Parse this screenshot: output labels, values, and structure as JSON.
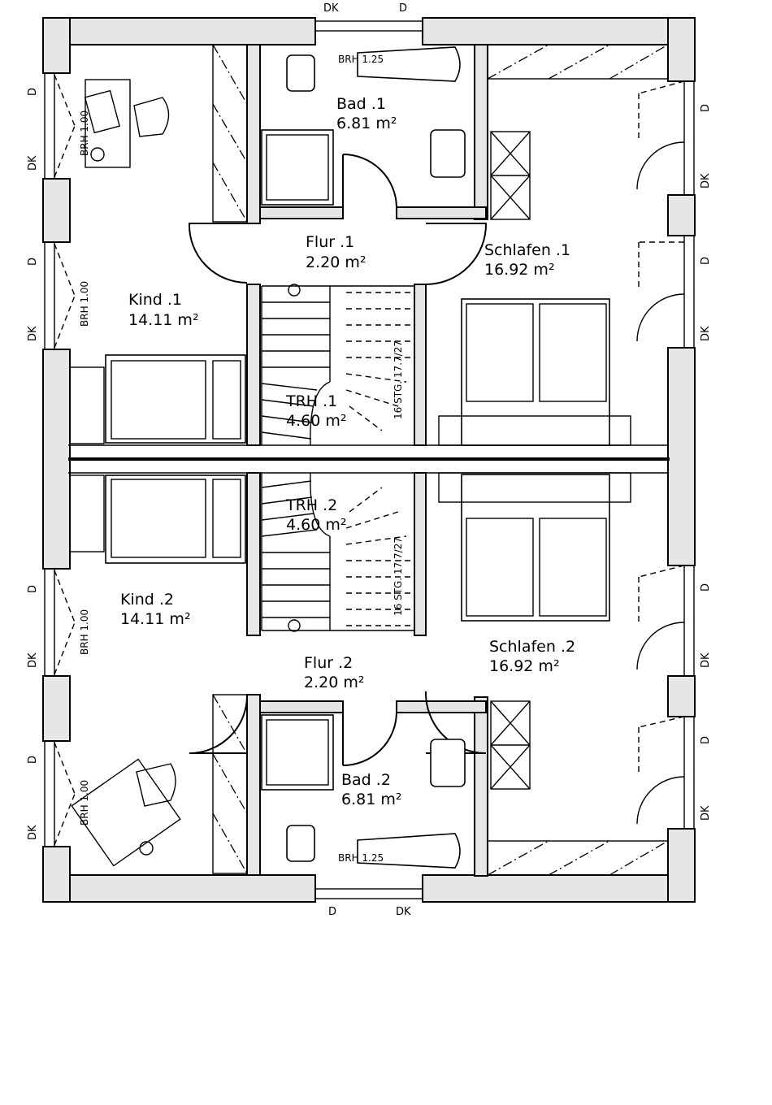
{
  "rooms": {
    "bad1": {
      "name": "Bad .1",
      "area": "6.81 m²"
    },
    "flur1": {
      "name": "Flur .1",
      "area": "2.20 m²"
    },
    "kind1": {
      "name": "Kind .1",
      "area": "14.11 m²"
    },
    "schlafen1": {
      "name": "Schlafen .1",
      "area": "16.92 m²"
    },
    "trh1": {
      "name": "TRH .1",
      "area": "4.60 m²"
    },
    "trh2": {
      "name": "TRH .2",
      "area": "4.60 m²"
    },
    "kind2": {
      "name": "Kind .2",
      "area": "14.11 m²"
    },
    "flur2": {
      "name": "Flur .2",
      "area": "2.20 m²"
    },
    "schlafen2": {
      "name": "Schlafen .2",
      "area": "16.92 m²"
    },
    "bad2": {
      "name": "Bad .2",
      "area": "6.81 m²"
    }
  },
  "window_labels": {
    "dk": "DK",
    "d": "D"
  },
  "brh": {
    "window": "BRH 1.00",
    "bath": "BRH 1.25"
  },
  "stairs": {
    "upper": "16 STG. 17.7/27",
    "lower": "16 STG. 17.7/27"
  }
}
